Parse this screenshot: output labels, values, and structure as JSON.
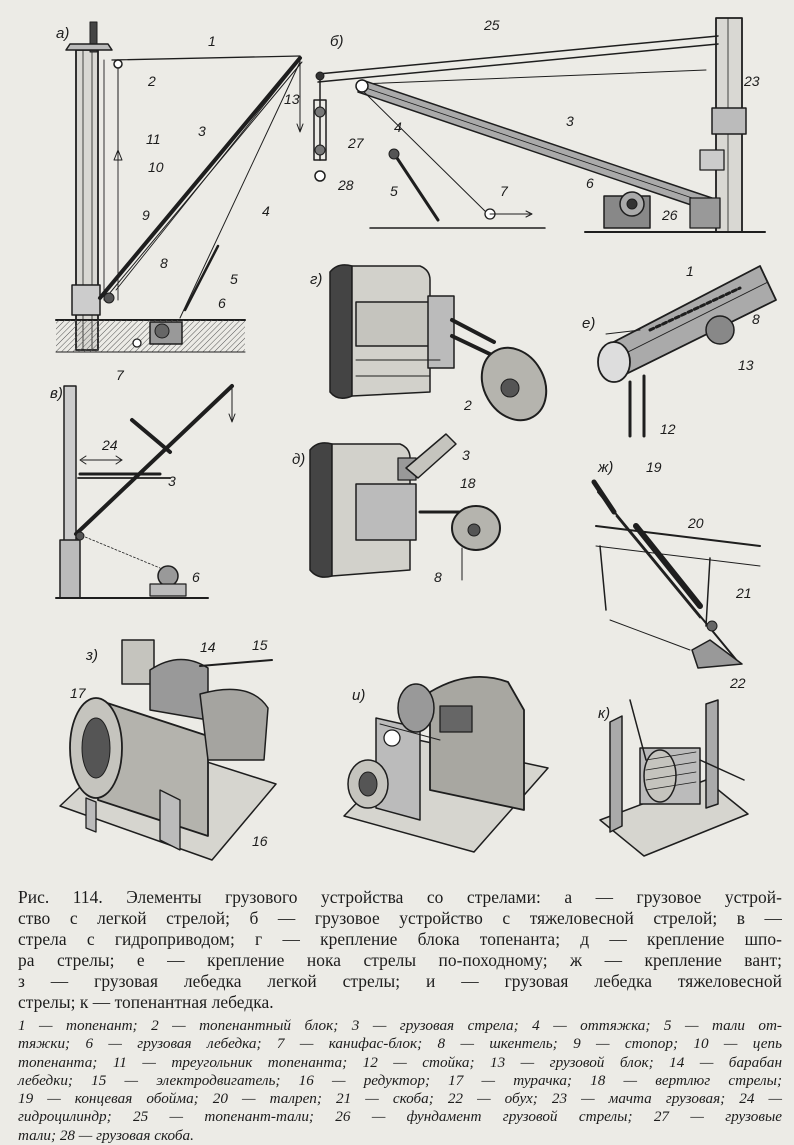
{
  "figure": {
    "panel_letters": [
      "а)",
      "б)",
      "в)",
      "г)",
      "д)",
      "е)",
      "ж)",
      "з)",
      "и)",
      "к)"
    ],
    "callouts": {
      "a": [
        "1",
        "2",
        "11",
        "10",
        "9",
        "3",
        "8",
        "4",
        "5",
        "6",
        "7",
        "13"
      ],
      "b": [
        "25",
        "3",
        "4",
        "5",
        "7",
        "27",
        "28",
        "6",
        "26",
        "23"
      ],
      "v": [
        "24",
        "3",
        "6"
      ],
      "g": [
        "2"
      ],
      "d": [
        "3",
        "18",
        "8"
      ],
      "e": [
        "1",
        "8",
        "13",
        "12"
      ],
      "zh": [
        "19",
        "20",
        "21",
        "22"
      ],
      "z": [
        "14",
        "15",
        "17",
        "16"
      ]
    }
  },
  "caption": {
    "lines": [
      "Рис. 114. Элементы грузового устройства со стрелами: а — грузовое устрой-",
      "ство с легкой стрелой; б — грузовое устройство с тяжеловесной стрелой; в —",
      "стрела с гидроприводом; г — крепление блока топенанта; д — крепление шпо-",
      "ра стрелы; е — крепление нока стрелы по-походному; ж — крепление вант;",
      "з — грузовая лебедка легкой стрелы; и — грузовая лебедка тяжеловесной",
      "стрелы; к — топенантная лебедка."
    ]
  },
  "legend": {
    "lines": [
      "1 — топенант; 2 — топенантный блок; 3 — грузовая стрела; 4 — оттяжка; 5 — тали от-",
      "тяжки; 6 — грузовая лебедка; 7 — канифас-блок; 8 — шкентель; 9 — стопор; 10 — цепь",
      "топенанта; 11 — треугольник топенанта; 12 — стойка; 13 — грузовой блок; 14 — барабан",
      "лебедки; 15 — электродвигатель; 16 — редуктор; 17 — турачка; 18 — вертлюг стрелы;",
      "19 — концевая обойма; 20 — талреп; 21 — скоба; 22 — обух; 23 — мачта грузовая; 24 —",
      "гидроцилиндр; 25 — топенант-тали; 26 — фундамент грузовой стрелы; 27 — грузовые",
      "тали; 28 — грузовая скоба."
    ]
  }
}
